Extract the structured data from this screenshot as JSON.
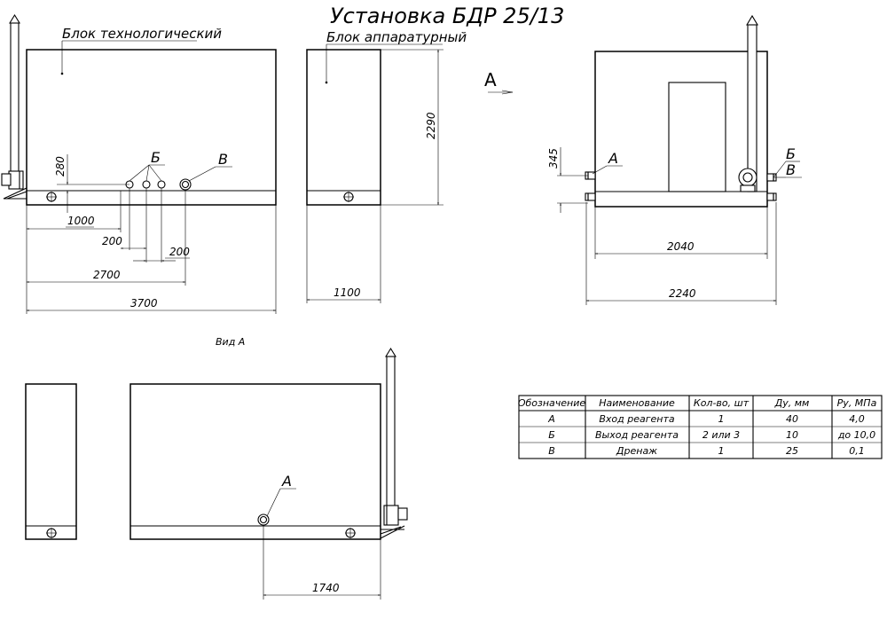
{
  "title": "Установка БДР 25/13",
  "labels": {
    "tech_block": "Блок технологический",
    "instr_block": "Блок аппаратурный",
    "view_arrow_letter": "А",
    "view_a": "Вид А",
    "port_a": "А",
    "port_b": "Б",
    "port_v": "В"
  },
  "dimensions": {
    "d280": "280",
    "d1000": "1000",
    "d200a": "200",
    "d200b": "200",
    "d2700": "2700",
    "d3700": "3700",
    "d2290": "2290",
    "d1100": "1100",
    "d345": "345",
    "d2040": "2040",
    "d2240": "2240",
    "d1740": "1740"
  },
  "table": {
    "headers": [
      "Обозначение",
      "Наименование",
      "Кол-во, шт",
      "Ду, мм",
      "Ру, МПа"
    ],
    "rows": [
      [
        "А",
        "Вход реагента",
        "1",
        "40",
        "4,0"
      ],
      [
        "Б",
        "Выход реагента",
        "2 или 3",
        "10",
        "до 10,0"
      ],
      [
        "В",
        "Дренаж",
        "1",
        "25",
        "0,1"
      ]
    ]
  }
}
